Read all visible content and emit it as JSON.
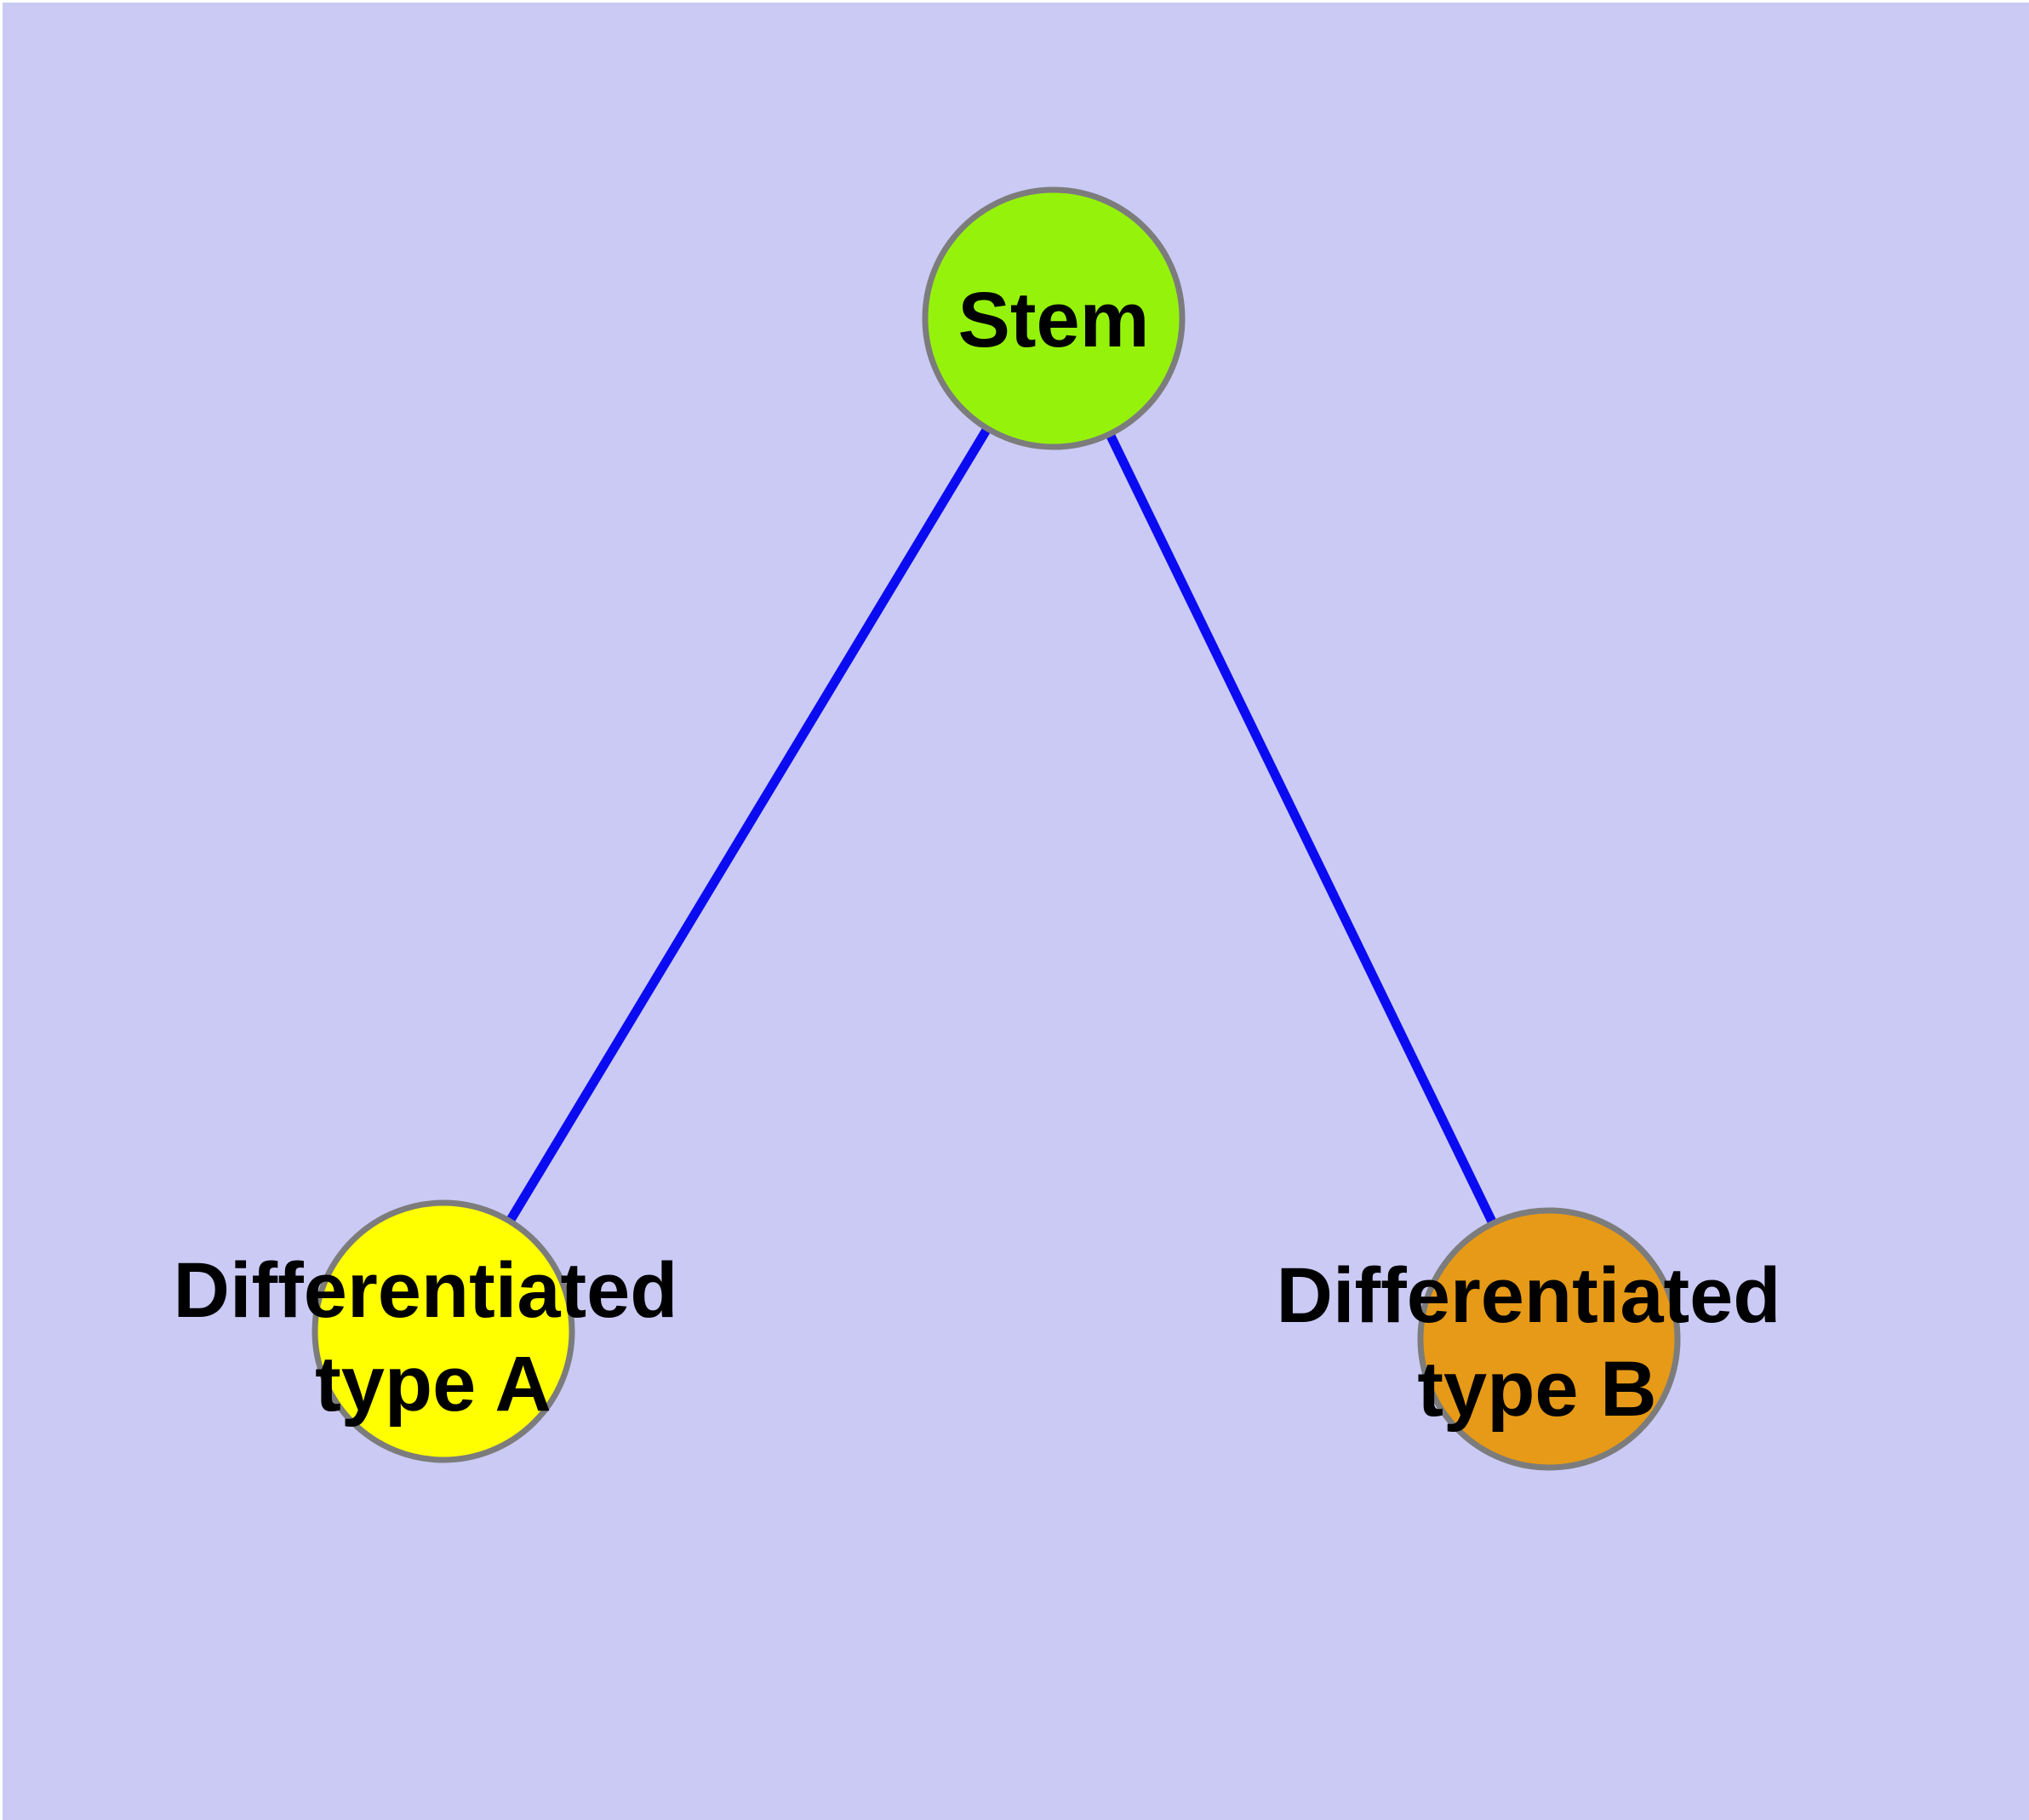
{
  "figure": {
    "type": "node-link-diagram",
    "background_color": "#cacaf5",
    "margin_color": "#ffffff",
    "edge_color": "#0b0bf2",
    "node_border_color": "#7c7c7c",
    "label_color": "#000000"
  },
  "nodes": [
    {
      "id": "stem",
      "label": "Stem",
      "fill": "#95f30b"
    },
    {
      "id": "differentiated-type-a",
      "label_line1": "Differentiated",
      "label_line2": "type A",
      "fill": "#ffff00"
    },
    {
      "id": "differentiated-type-b",
      "label_line1": "Differentiated",
      "label_line2": "type B",
      "fill": "#e69a17"
    }
  ],
  "edges": [
    {
      "from": "Stem",
      "to": "Differentiated type A"
    },
    {
      "from": "Stem",
      "to": "Differentiated type B"
    }
  ]
}
